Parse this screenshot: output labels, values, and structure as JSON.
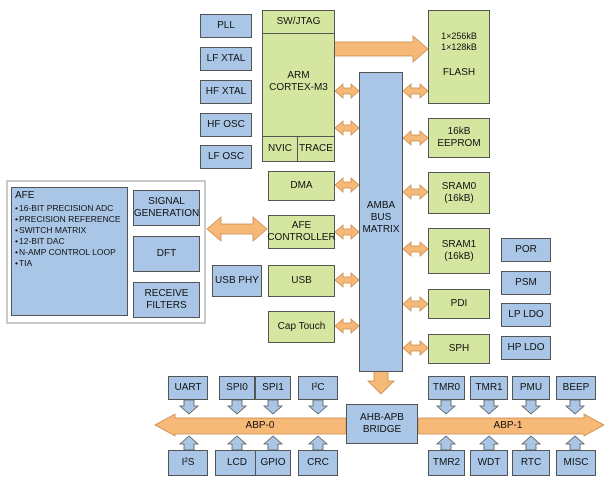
{
  "left_blocks": [
    "PLL",
    "LF XTAL",
    "HF XTAL",
    "HF OSC",
    "LF OSC"
  ],
  "cpu": {
    "jtag": "SW/JTAG",
    "core": "ARM\nCORTEX-M3",
    "nvic": "NVIC",
    "trace": "TRACE"
  },
  "flash": {
    "sizes": "1×256kB\n1×128kB",
    "name": "FLASH"
  },
  "bus_matrix": "AMBA\nBUS\nMATRIX",
  "mid_blocks": {
    "dma": "DMA",
    "afe_controller": "AFE\nCONTROLLER",
    "usb": "USB",
    "cap_touch": "Cap Touch",
    "usb_phy": "USB PHY"
  },
  "memory": {
    "eeprom": "16kB\nEEPROM",
    "sram0": "SRAM0\n(16kB)",
    "sram1": "SRAM1\n(16kB)",
    "pdi": "PDI",
    "sph": "SPH"
  },
  "right_blocks": [
    "POR",
    "PSM",
    "LP LDO",
    "HP LDO"
  ],
  "afe": {
    "title": "AFE",
    "features": [
      "16-BIT PRECISION ADC",
      "PRECISION REFERENCE",
      "SWITCH MATRIX",
      "12-BIT DAC",
      "N-AMP CONTROL LOOP",
      "TIA"
    ],
    "signal_generation": "SIGNAL\nGENERATION",
    "dft": "DFT",
    "receive_filters": "RECEIVE\nFILTERS"
  },
  "bridge": "AHB-APB\nBRIDGE",
  "apb0": {
    "label": "ABP-0",
    "top": [
      "UART",
      "SPI0",
      "SPI1",
      "I²C"
    ],
    "bottom": [
      "I²S",
      "LCD",
      "GPIO",
      "CRC"
    ]
  },
  "apb1": {
    "label": "ABP-1",
    "top": [
      "TMR0",
      "TMR1",
      "PMU",
      "BEEP"
    ],
    "bottom": [
      "TMR2",
      "WDT",
      "RTC",
      "MISC"
    ]
  },
  "colors": {
    "blue_block": "#a9c6e6",
    "green_block": "#d5e6a0",
    "arrow": "#f7b978"
  }
}
